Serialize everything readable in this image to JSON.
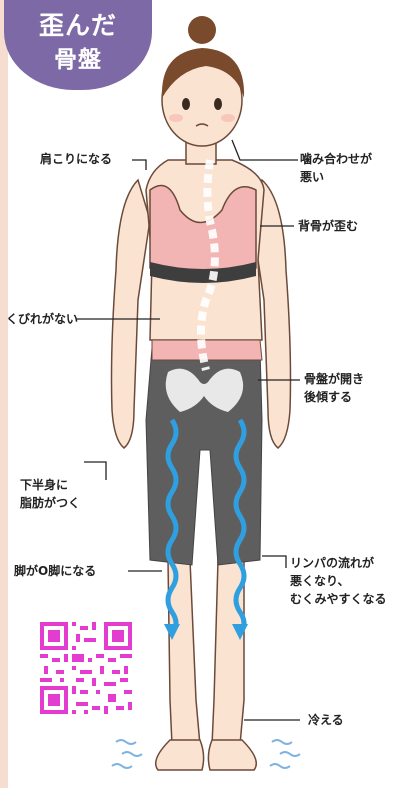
{
  "badge": {
    "line1": "歪んだ",
    "line2": "骨盤",
    "color": "#7d69a6"
  },
  "labels": {
    "shoulder": "肩こりになる",
    "bite_1": "噛み合わせが",
    "bite_2": "悪い",
    "spine": "背骨が歪む",
    "waist": "くびれがない",
    "pelvis_1": "骨盤が開き",
    "pelvis_2": "後傾する",
    "fat_1": "下半身に",
    "fat_2": "脂肪がつく",
    "bowleg": "脚がO脚になる",
    "lymph_1": "リンパの流れが",
    "lymph_2": "悪くなり、",
    "lymph_3": "むくみやすくなる",
    "cold": "冷える"
  },
  "colors": {
    "skin": "#fbe3d2",
    "outline": "#6b4a3a",
    "hair": "#7a4a2c",
    "top": "#f3b4b4",
    "top_band": "#3e3e3e",
    "pants": "#5e5e5e",
    "pelvis_bone": "#e8e8e8",
    "spine": "#ffffff",
    "arrow": "#2f9fe0",
    "chill": "#7fb3df",
    "qr": "#e23dd0"
  }
}
